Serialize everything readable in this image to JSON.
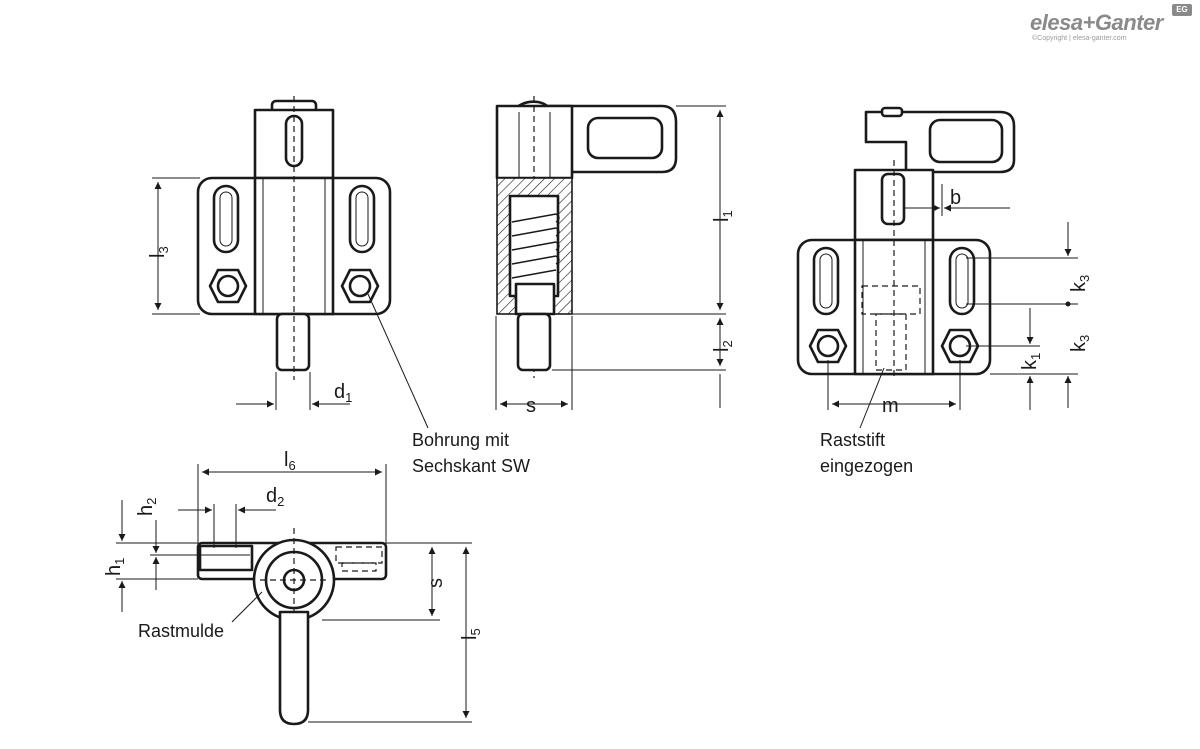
{
  "logo": {
    "brand": "elesa+Ganter",
    "badge": "EG",
    "copyright": "©Copyright | elesa-ganter.com"
  },
  "dimensions": {
    "l1": {
      "main": "l",
      "sub": "1"
    },
    "l2": {
      "main": "l",
      "sub": "2"
    },
    "l3": {
      "main": "l",
      "sub": "3"
    },
    "l5": {
      "main": "l",
      "sub": "5"
    },
    "l6": {
      "main": "l",
      "sub": "6"
    },
    "d1": {
      "main": "d",
      "sub": "1"
    },
    "d2": {
      "main": "d",
      "sub": "2"
    },
    "h1": {
      "main": "h",
      "sub": "1"
    },
    "h2": {
      "main": "h",
      "sub": "2"
    },
    "k1": {
      "main": "k",
      "sub": "1"
    },
    "k3a": {
      "main": "k",
      "sub": "3"
    },
    "k3b": {
      "main": "k",
      "sub": "3"
    },
    "s_side": "s",
    "s_top": "s",
    "b": "b",
    "m": "m"
  },
  "annotations": {
    "bohrung_line1": "Bohrung mit",
    "bohrung_line2": "Sechskant SW",
    "raststift_line1": "Raststift",
    "raststift_line2": "eingezogen",
    "rastmulde": "Rastmulde"
  },
  "colors": {
    "line": "#1a1a1a",
    "logo": "#8a8a8a"
  }
}
